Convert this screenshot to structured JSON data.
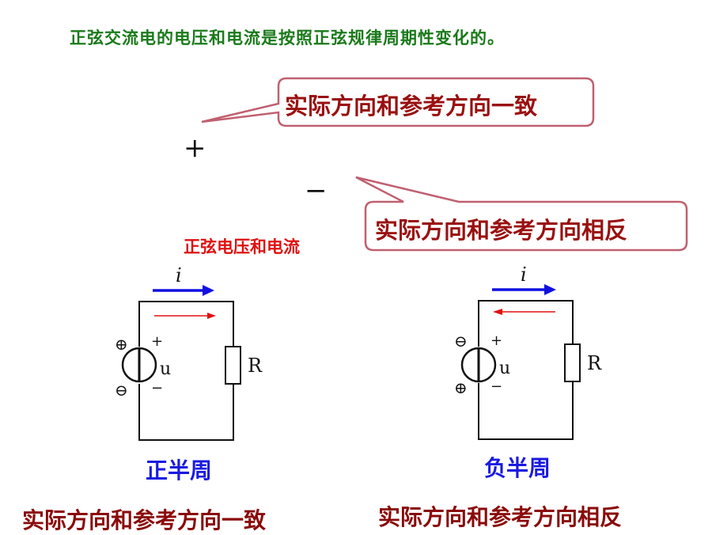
{
  "title": "正弦交流电的电压和电流是按照正弦规律周期性变化的。",
  "callouts": {
    "top": "实际方向和参考方向一致",
    "bottom": "实际方向和参考方向相反"
  },
  "signs": {
    "plus": "+",
    "minus": "−"
  },
  "section_heading": "正弦电压和电流",
  "circuit_left": {
    "current_label": "i",
    "source_label": "u",
    "resistor_label": "R",
    "terminal_top_sign": "+",
    "terminal_bottom_sign": "−",
    "polarity_top": "⊕",
    "polarity_bottom": "⊖",
    "caption": "正半周",
    "description": "实际方向和参考方向一致"
  },
  "circuit_right": {
    "current_label": "i",
    "source_label": "u",
    "resistor_label": "R",
    "terminal_top_sign": "+",
    "terminal_bottom_sign": "−",
    "polarity_top": "⊖",
    "polarity_bottom": "⊕",
    "caption": "负半周",
    "description": "实际方向和参考方向相反"
  },
  "colors": {
    "title": "#1a7a1a",
    "callout_text": "#9a1010",
    "callout_border": "#c06070",
    "heading": "#e01010",
    "reference_arrow": "#1010e0",
    "actual_arrow": "#e01010"
  }
}
